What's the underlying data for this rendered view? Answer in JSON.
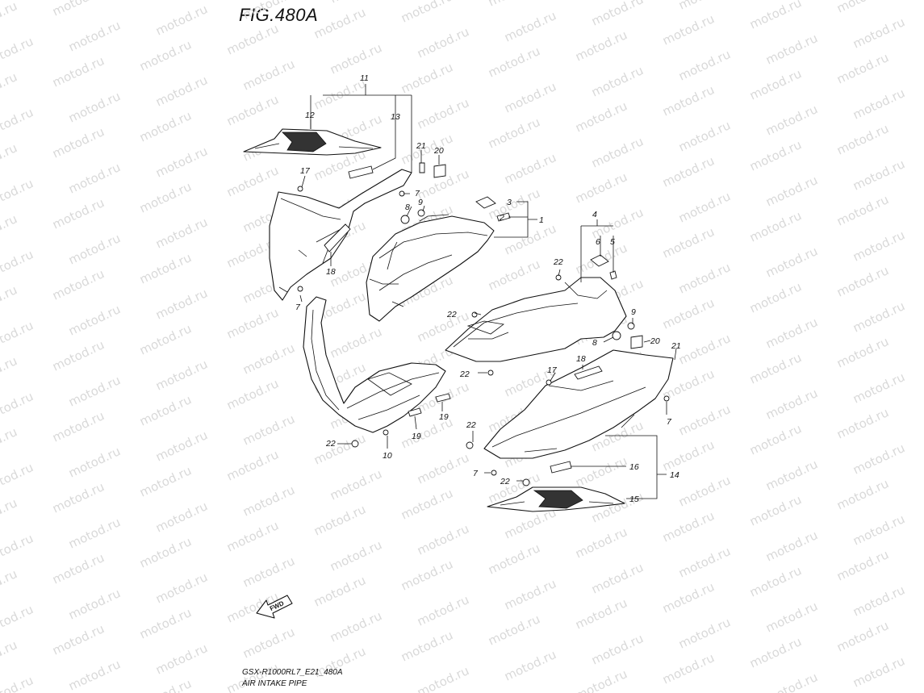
{
  "figure": {
    "title": "FIG.480A",
    "model_code": "GSX-R1000RL7_E21_480A",
    "diagram_name": "AIR INTAKE PIPE",
    "watermark": "motod.ru",
    "fwd_label": "FWD"
  },
  "callouts": [
    "1",
    "2",
    "3",
    "4",
    "5",
    "6",
    "7",
    "8",
    "9",
    "10",
    "11",
    "12",
    "13",
    "14",
    "15",
    "16",
    "17",
    "18",
    "19",
    "20",
    "21",
    "22"
  ]
}
